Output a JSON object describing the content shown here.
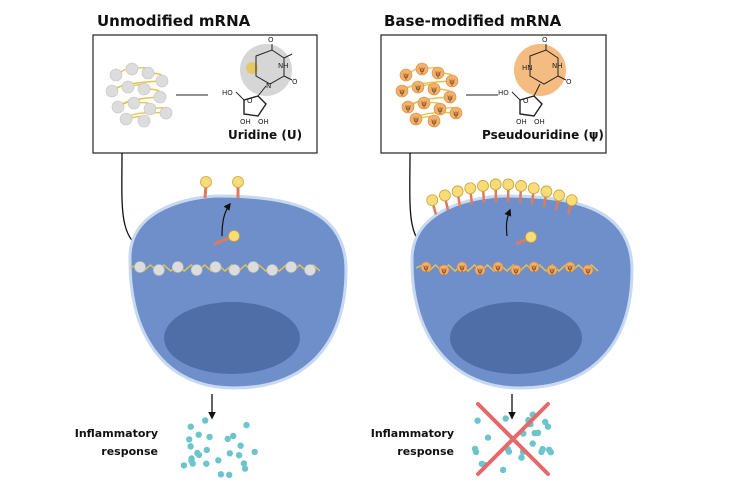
{
  "panels": [
    {
      "title": "Unmodified mRNA",
      "nucleoside_label": "Uridine (U)",
      "base_atoms": {
        "nh": "NH",
        "n": "N",
        "o1": "O",
        "o2": "O",
        "ho1": "HO",
        "ho2": "OH",
        "ho3": "OH",
        "ring_o": "O"
      },
      "response_label_line1": "Inflammatory",
      "response_label_line2": "response",
      "response_blocked": false
    },
    {
      "title": "Base-modified mRNA",
      "nucleoside_label": "Pseudouridine (ψ)",
      "base_atoms": {
        "nh": "NH",
        "n": "HN",
        "o1": "O",
        "o2": "O",
        "ho1": "HO",
        "ho2": "OH",
        "ho3": "OH",
        "ring_o": "O"
      },
      "response_label_line1": "Inflammatory",
      "response_label_line2": "response",
      "response_blocked": true
    }
  ],
  "psi_symbol": "ψ",
  "colors": {
    "cell": "#6f8fcb",
    "cell_edge": "#c7d9f1",
    "nucleus": "#4f6ea8",
    "strand": "#e6c44c",
    "bead_plain": "#dcdcdc",
    "bead_mod": "#f2b06a",
    "receptor_head": "#f8dc7a",
    "receptor_stem": "#e07a5f",
    "cytokine": "#6cc4cc",
    "cross": "#e46a6a"
  }
}
